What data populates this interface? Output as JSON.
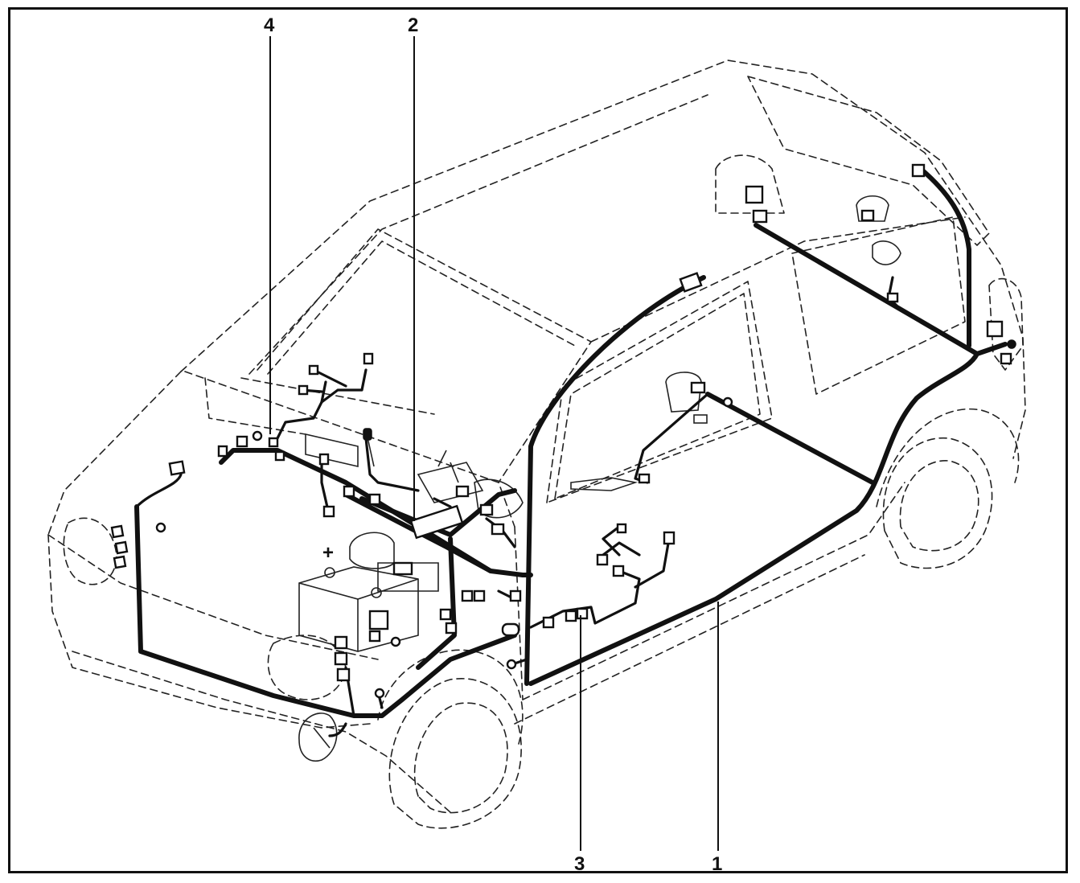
{
  "diagram": {
    "callouts": [
      {
        "id": "label-1",
        "text": "1"
      },
      {
        "id": "label-2",
        "text": "2"
      },
      {
        "id": "label-3",
        "text": "3"
      },
      {
        "id": "label-4",
        "text": "4"
      }
    ],
    "battery_symbol": "+"
  }
}
